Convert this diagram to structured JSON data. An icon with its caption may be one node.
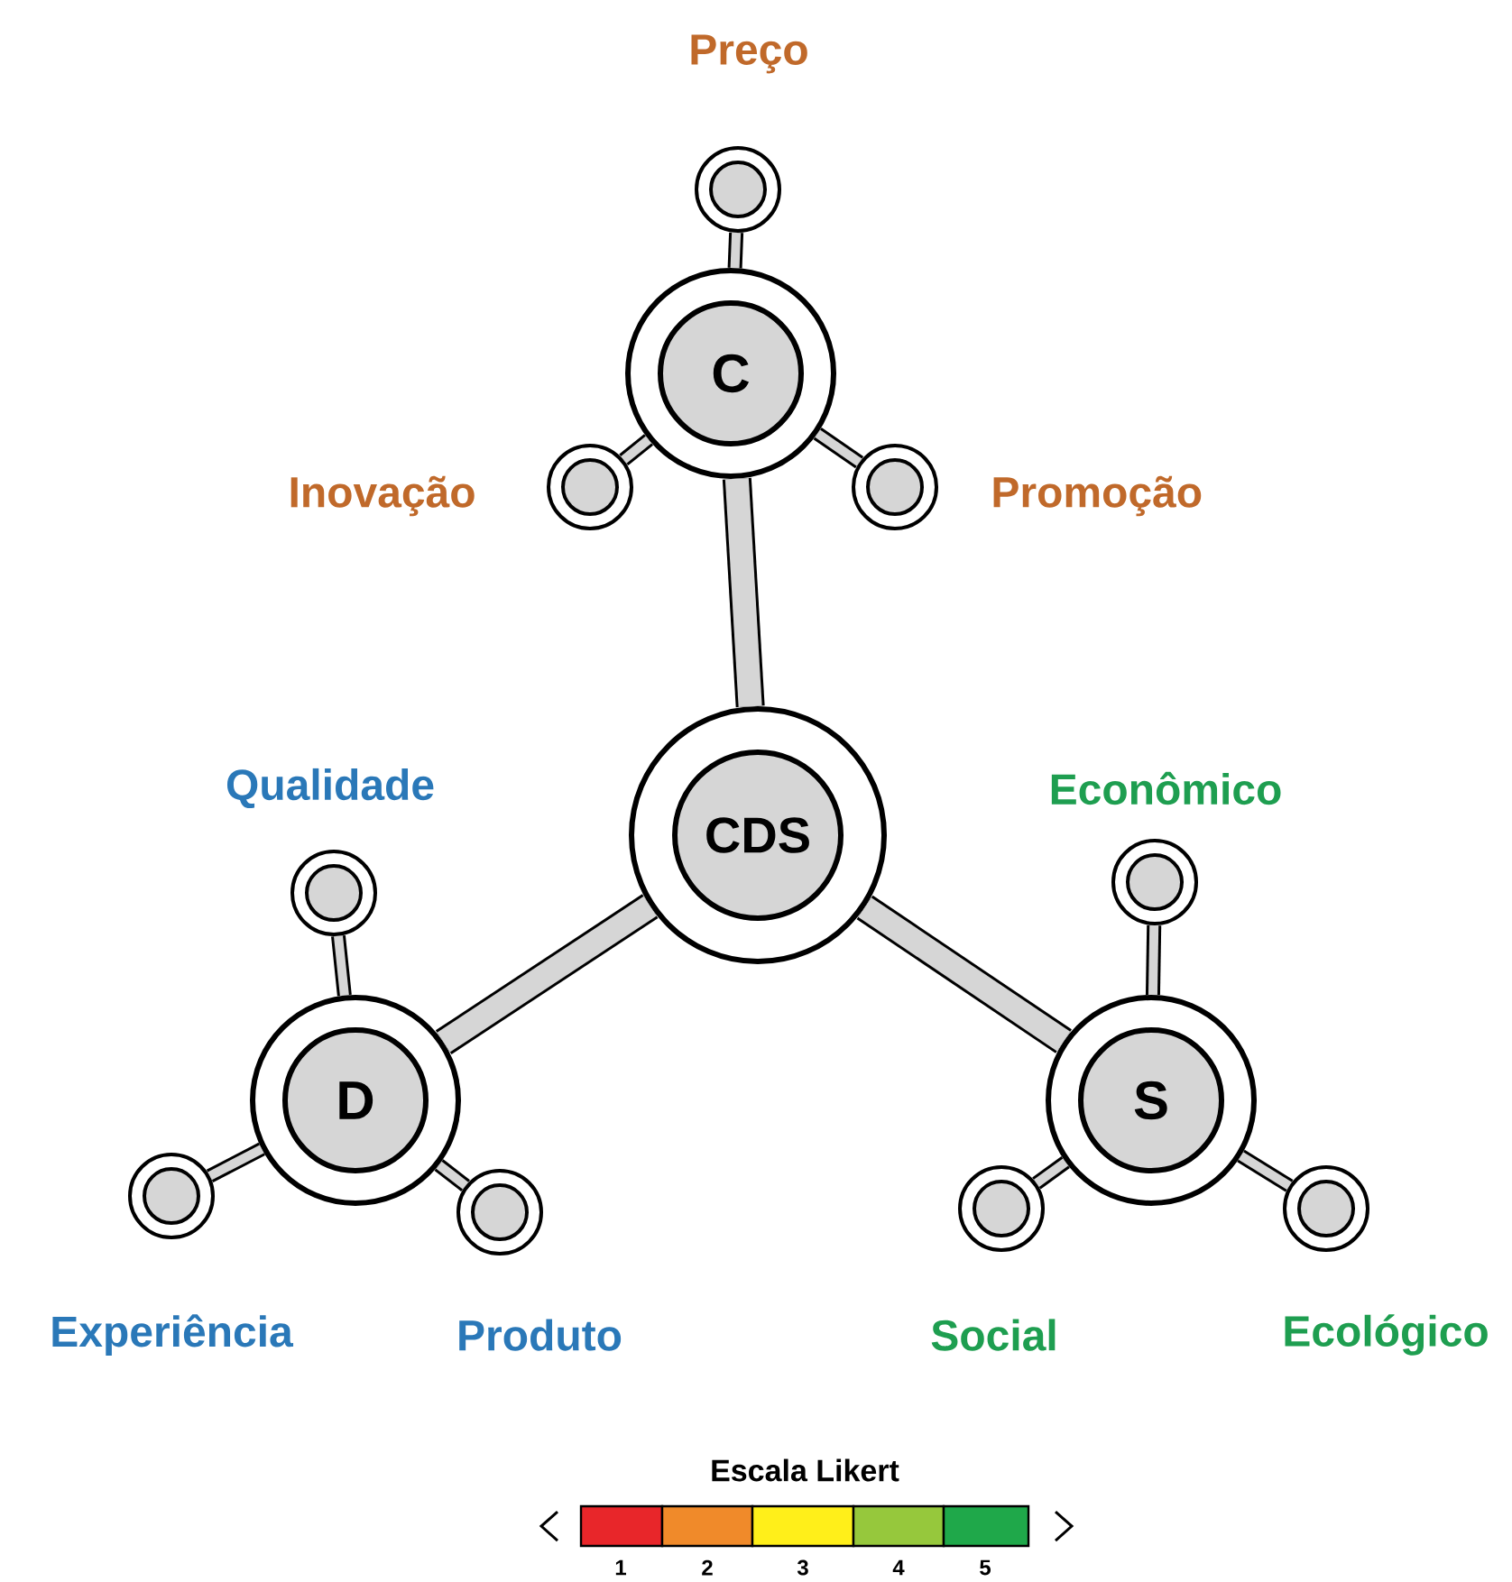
{
  "diagram": {
    "nodes": [
      {
        "text": [
          "CDS"
        ]
      },
      {
        "text": [
          "C"
        ]
      },
      {
        "text": [
          "D"
        ]
      },
      {
        "text": [
          "S"
        ]
      },
      {
        "text": [],
        "shape": "circle",
        "beside": [
          "Preço"
        ]
      },
      {
        "text": [],
        "shape": "circle",
        "beside": [
          "Inovação"
        ]
      },
      {
        "text": [],
        "shape": "circle",
        "beside": [
          "Promoção"
        ]
      },
      {
        "text": [],
        "shape": "circle",
        "beside": [
          "Qualidade"
        ]
      },
      {
        "text": [],
        "shape": "circle",
        "beside": [
          "Experiência"
        ]
      },
      {
        "text": [],
        "shape": "circle",
        "beside": [
          "Produto"
        ]
      },
      {
        "text": [],
        "shape": "circle",
        "beside": [
          "Econômico"
        ]
      },
      {
        "text": [],
        "shape": "circle",
        "beside": [
          "Social"
        ]
      },
      {
        "text": [],
        "shape": "circle",
        "beside": [
          "Ecológico"
        ]
      }
    ],
    "edges": [
      {
        "from": 0,
        "to": 1,
        "arrow": "none",
        "style": "thick"
      },
      {
        "from": 0,
        "to": 2,
        "arrow": "none",
        "style": "thick"
      },
      {
        "from": 0,
        "to": 3,
        "arrow": "none",
        "style": "thick"
      },
      {
        "from": 1,
        "to": 4,
        "arrow": "none"
      },
      {
        "from": 1,
        "to": 5,
        "arrow": "none"
      },
      {
        "from": 1,
        "to": 6,
        "arrow": "none"
      },
      {
        "from": 2,
        "to": 7,
        "arrow": "none"
      },
      {
        "from": 2,
        "to": 8,
        "arrow": "none"
      },
      {
        "from": 2,
        "to": 9,
        "arrow": "none"
      },
      {
        "from": 3,
        "to": 10,
        "arrow": "none"
      },
      {
        "from": 3,
        "to": 11,
        "arrow": "none"
      },
      {
        "from": 3,
        "to": 12,
        "arrow": "none"
      }
    ],
    "labels": [
      "Escala Likert"
    ],
    "legend": [
      {
        "text": "1",
        "color": "#e8262a"
      },
      {
        "text": "2",
        "color": "#f08a2a"
      },
      {
        "text": "3",
        "color": "#ffef1a"
      },
      {
        "text": "4",
        "color": "#96c83c"
      },
      {
        "text": "5",
        "color": "#1fa84a"
      }
    ]
  }
}
